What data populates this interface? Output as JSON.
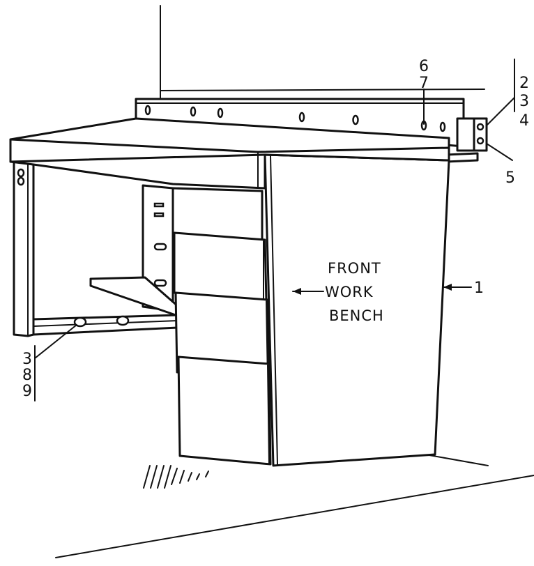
{
  "labels": {
    "front": "FRONT",
    "work": "WORK",
    "bench": "BENCH"
  },
  "callouts": {
    "c6": "6",
    "c7": "7",
    "c2": "2",
    "c3_top": "3",
    "c4": "4",
    "c5": "5",
    "c1": "1",
    "c3_bottom": "3",
    "c8": "8",
    "c9": "9"
  }
}
